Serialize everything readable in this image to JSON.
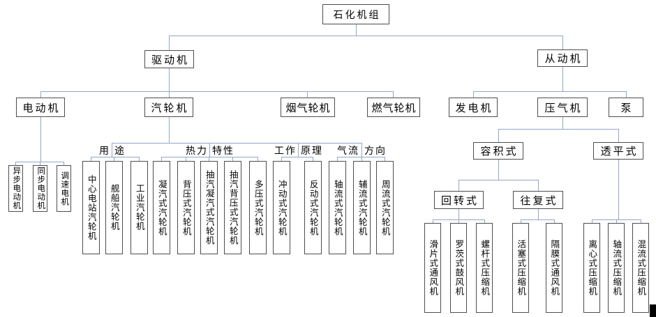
{
  "nodes": {
    "root": "石化机组",
    "drive": "驱动机",
    "driven": "从动机",
    "motor": "电动机",
    "steam_turbine": "汽轮机",
    "flue_gas_turbine": "烟气轮机",
    "gas_turbine": "燃气轮机",
    "generator": "发电机",
    "air_compressor": "压气机",
    "pump": "泵",
    "positive_displacement": "容积式",
    "turbo": "透平式",
    "rotary": "回转式",
    "reciprocating": "往复式"
  },
  "category_labels": {
    "usage_left": "用",
    "usage_right": "途",
    "thermal_left": "热力",
    "thermal_right": "特性",
    "working_left": "工作",
    "working_right": "原理",
    "airflow_left": "气流",
    "airflow_right": "方向"
  },
  "leaves": {
    "motor": [
      "异步电动机",
      "同步电动机",
      "调速电机"
    ],
    "steam_usage": [
      "中心电站汽轮机",
      "舰船汽轮机",
      "工业汽轮机"
    ],
    "steam_thermal": [
      "凝汽式汽轮机",
      "背压式汽轮机",
      "抽汽凝汽式汽轮机",
      "抽汽背压式汽轮机",
      "多压式汽轮机"
    ],
    "steam_working": [
      "冲动式汽轮机",
      "反动式汽轮机"
    ],
    "steam_airflow": [
      "轴流式汽轮机",
      "辅流式汽轮机",
      "周流式汽轮机"
    ],
    "rotary": [
      "滑片式通风机",
      "罗茨式鼓风机",
      "螺杆式压缩机"
    ],
    "reciprocating": [
      "活塞式压缩机",
      "隔膜式通风机"
    ],
    "turbo": [
      "离心式压缩机",
      "轴流式压缩机",
      "混流式压缩机"
    ]
  },
  "colors": {
    "connector": "#92a6cb",
    "box_border": "#4d4d4d",
    "text": "#000000",
    "background": "#ffffff"
  }
}
